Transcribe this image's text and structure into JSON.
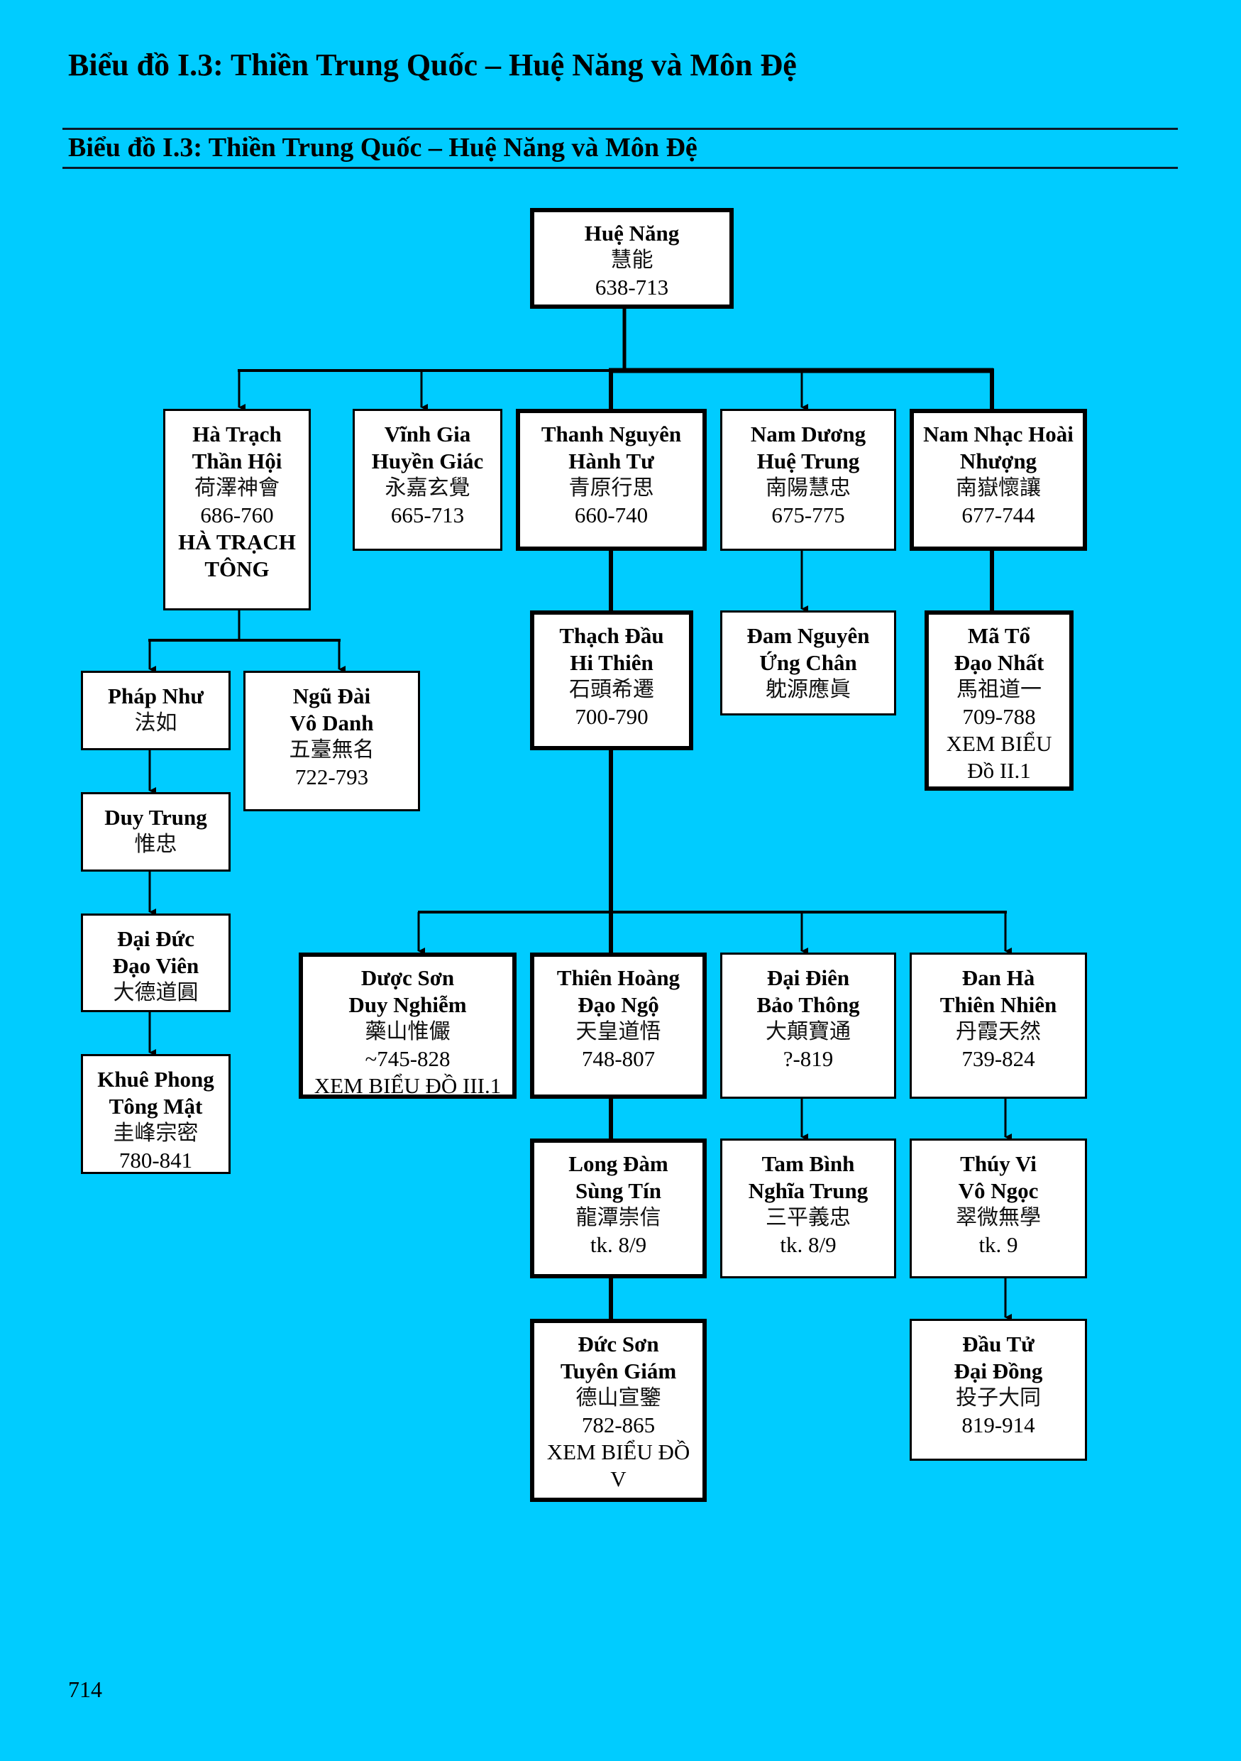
{
  "page": {
    "heading": "Biểu đồ I.3: Thiền Trung Quốc – Huệ Năng và Môn Đệ",
    "subheading": "Biểu đồ I.3: Thiền Trung Quốc – Huệ Năng và Môn Đệ",
    "page_number": "714",
    "background_color": "#00CCFF"
  },
  "nodes": {
    "hue_nang": {
      "name": [
        "Huệ Năng"
      ],
      "hanzi": "慧能",
      "dates": "638-713"
    },
    "ha_trach": {
      "name": [
        "Hà Trạch",
        "Thần Hội"
      ],
      "hanzi": "荷澤神會",
      "dates": "686-760",
      "note": [
        "HÀ TRẠCH",
        "TÔNG"
      ]
    },
    "vinh_gia": {
      "name": [
        "Vĩnh Gia",
        "Huyền Giác"
      ],
      "hanzi": "永嘉玄覺",
      "dates": "665-713"
    },
    "thanh_nguyen": {
      "name": [
        "Thanh Nguyên",
        "Hành Tư"
      ],
      "hanzi": "青原行思",
      "dates": "660-740"
    },
    "nam_duong": {
      "name": [
        "Nam Dương",
        "Huệ Trung"
      ],
      "hanzi": "南陽慧忠",
      "dates": "675-775"
    },
    "nam_nhac": {
      "name": [
        "Nam Nhạc Hoài",
        "Nhượng"
      ],
      "hanzi": "南嶽懷讓",
      "dates": "677-744"
    },
    "phap_nhu": {
      "name": [
        "Pháp Như"
      ],
      "hanzi": "法如"
    },
    "ngu_dai": {
      "name": [
        "Ngũ Đài",
        "Vô Danh"
      ],
      "hanzi": "五臺無名",
      "dates": "722-793"
    },
    "duy_trung": {
      "name": [
        "Duy Trung"
      ],
      "hanzi": "惟忠"
    },
    "dai_duc": {
      "name": [
        "Đại Đức",
        "Đạo Viên"
      ],
      "hanzi": "大德道圓"
    },
    "khue_phong": {
      "name": [
        "Khuê Phong",
        "Tông Mật"
      ],
      "hanzi": "圭峰宗密",
      "dates": "780-841"
    },
    "thach_dau": {
      "name": [
        "Thạch Đầu",
        "Hi Thiên"
      ],
      "hanzi": "石頭希遷",
      "dates": "700-790"
    },
    "dam_nguyen": {
      "name": [
        "Đam Nguyên",
        "Ứng Chân"
      ],
      "hanzi": "躭源應眞"
    },
    "ma_to": {
      "name": [
        "Mã Tổ",
        "Đạo Nhất"
      ],
      "hanzi": "馬祖道一",
      "dates": "709-788",
      "note": [
        "XEM BIỂU",
        "Đồ II.1"
      ]
    },
    "duoc_son": {
      "name": [
        "Dược Sơn",
        "Duy Nghiễm"
      ],
      "hanzi": "藥山惟儼",
      "dates": "~745-828",
      "note": [
        "XEM BIỂU ĐỒ III.1"
      ]
    },
    "thien_hoang": {
      "name": [
        "Thiên Hoàng",
        "Đạo Ngộ"
      ],
      "hanzi": "天皇道悟",
      "dates": "748-807"
    },
    "dai_dien": {
      "name": [
        "Đại Điên",
        "Bảo Thông"
      ],
      "hanzi": "大顛寶通",
      "dates": "?-819"
    },
    "dan_ha": {
      "name": [
        "Đan Hà",
        "Thiên Nhiên"
      ],
      "hanzi": "丹霞天然",
      "dates": "739-824"
    },
    "long_dam": {
      "name": [
        "Long Đàm",
        "Sùng Tín"
      ],
      "hanzi": "龍潭崇信",
      "dates": "tk. 8/9"
    },
    "tam_binh": {
      "name": [
        "Tam Bình",
        "Nghĩa Trung"
      ],
      "hanzi": "三平義忠",
      "dates": "tk. 8/9"
    },
    "thuy_vi": {
      "name": [
        "Thúy Vi",
        "Vô Ngọc"
      ],
      "hanzi": "翠微無學",
      "dates": "tk. 9"
    },
    "duc_son": {
      "name": [
        "Đức Sơn",
        "Tuyên Giám"
      ],
      "hanzi": "德山宣鑒",
      "dates": "782-865",
      "note": [
        "XEM BIỂU ĐỒ",
        "V"
      ]
    },
    "dau_tu": {
      "name": [
        "Đầu Tử",
        "Đại Đồng"
      ],
      "hanzi": "投子大同",
      "dates": "819-914"
    }
  },
  "edges": [
    {
      "from": "hue_nang",
      "to": "ha_trach",
      "style": "arrow"
    },
    {
      "from": "hue_nang",
      "to": "vinh_gia",
      "style": "arrow"
    },
    {
      "from": "hue_nang",
      "to": "thanh_nguyen",
      "style": "thick"
    },
    {
      "from": "hue_nang",
      "to": "nam_duong",
      "style": "arrow"
    },
    {
      "from": "hue_nang",
      "to": "nam_nhac",
      "style": "thick"
    },
    {
      "from": "ha_trach",
      "to": "phap_nhu",
      "style": "arrow"
    },
    {
      "from": "ha_trach",
      "to": "ngu_dai",
      "style": "arrow"
    },
    {
      "from": "phap_nhu",
      "to": "duy_trung",
      "style": "arrow"
    },
    {
      "from": "duy_trung",
      "to": "dai_duc",
      "style": "arrow"
    },
    {
      "from": "dai_duc",
      "to": "khue_phong",
      "style": "arrow"
    },
    {
      "from": "thanh_nguyen",
      "to": "thach_dau",
      "style": "thick"
    },
    {
      "from": "nam_duong",
      "to": "dam_nguyen",
      "style": "arrow"
    },
    {
      "from": "nam_nhac",
      "to": "ma_to",
      "style": "thick"
    },
    {
      "from": "thach_dau",
      "to": "duoc_son",
      "style": "arrow"
    },
    {
      "from": "thach_dau",
      "to": "thien_hoang",
      "style": "thick"
    },
    {
      "from": "thach_dau",
      "to": "dai_dien",
      "style": "arrow"
    },
    {
      "from": "thach_dau",
      "to": "dan_ha",
      "style": "arrow"
    },
    {
      "from": "thien_hoang",
      "to": "long_dam",
      "style": "thick"
    },
    {
      "from": "dai_dien",
      "to": "tam_binh",
      "style": "arrow"
    },
    {
      "from": "dan_ha",
      "to": "thuy_vi",
      "style": "arrow"
    },
    {
      "from": "long_dam",
      "to": "duc_son",
      "style": "thick"
    },
    {
      "from": "thuy_vi",
      "to": "dau_tu",
      "style": "arrow"
    }
  ]
}
